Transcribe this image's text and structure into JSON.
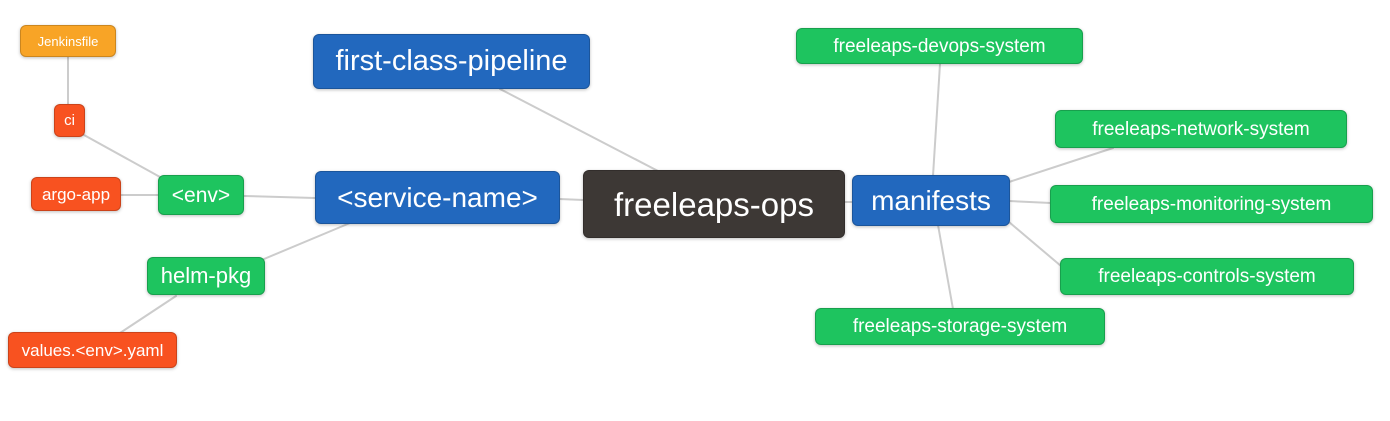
{
  "diagram": {
    "type": "mindmap",
    "root": "freeleaps-ops"
  },
  "palette": {
    "blue": "#2268BE",
    "green": "#1EC45F",
    "red": "#F85220",
    "amber": "#F8A426",
    "dark": "#3D3835",
    "text": "#FFFFFF",
    "connector": "#CCCCCC",
    "background": "#FFFFFF"
  },
  "nodes": {
    "freeleaps_ops": {
      "label": "freeleaps-ops",
      "color": "dark"
    },
    "first_class_pipeline": {
      "label": "first-class-pipeline",
      "color": "blue"
    },
    "service_name": {
      "label": "<service-name>",
      "color": "blue"
    },
    "manifests": {
      "label": "manifests",
      "color": "blue"
    },
    "env": {
      "label": "<env>",
      "color": "green"
    },
    "helm_pkg": {
      "label": "helm-pkg",
      "color": "green"
    },
    "jenkinsfile": {
      "label": "Jenkinsfile",
      "color": "amber"
    },
    "ci": {
      "label": "ci",
      "color": "red"
    },
    "argo_app": {
      "label": "argo-app",
      "color": "red"
    },
    "values_env_yaml": {
      "label": "values.<env>.yaml",
      "color": "red"
    },
    "devops_system": {
      "label": "freeleaps-devops-system",
      "color": "green"
    },
    "network_system": {
      "label": "freeleaps-network-system",
      "color": "green"
    },
    "monitoring_system": {
      "label": "freeleaps-monitoring-system",
      "color": "green"
    },
    "controls_system": {
      "label": "freeleaps-controls-system",
      "color": "green"
    },
    "storage_system": {
      "label": "freeleaps-storage-system",
      "color": "green"
    }
  },
  "edges": [
    {
      "from": "jenkinsfile",
      "to": "ci"
    },
    {
      "from": "ci",
      "to": "env"
    },
    {
      "from": "argo_app",
      "to": "env"
    },
    {
      "from": "env",
      "to": "service_name"
    },
    {
      "from": "helm_pkg",
      "to": "service_name"
    },
    {
      "from": "values_env_yaml",
      "to": "helm_pkg"
    },
    {
      "from": "first_class_pipeline",
      "to": "freeleaps_ops"
    },
    {
      "from": "service_name",
      "to": "freeleaps_ops"
    },
    {
      "from": "freeleaps_ops",
      "to": "manifests"
    },
    {
      "from": "manifests",
      "to": "devops_system"
    },
    {
      "from": "manifests",
      "to": "network_system"
    },
    {
      "from": "manifests",
      "to": "monitoring_system"
    },
    {
      "from": "manifests",
      "to": "controls_system"
    },
    {
      "from": "manifests",
      "to": "storage_system"
    }
  ]
}
